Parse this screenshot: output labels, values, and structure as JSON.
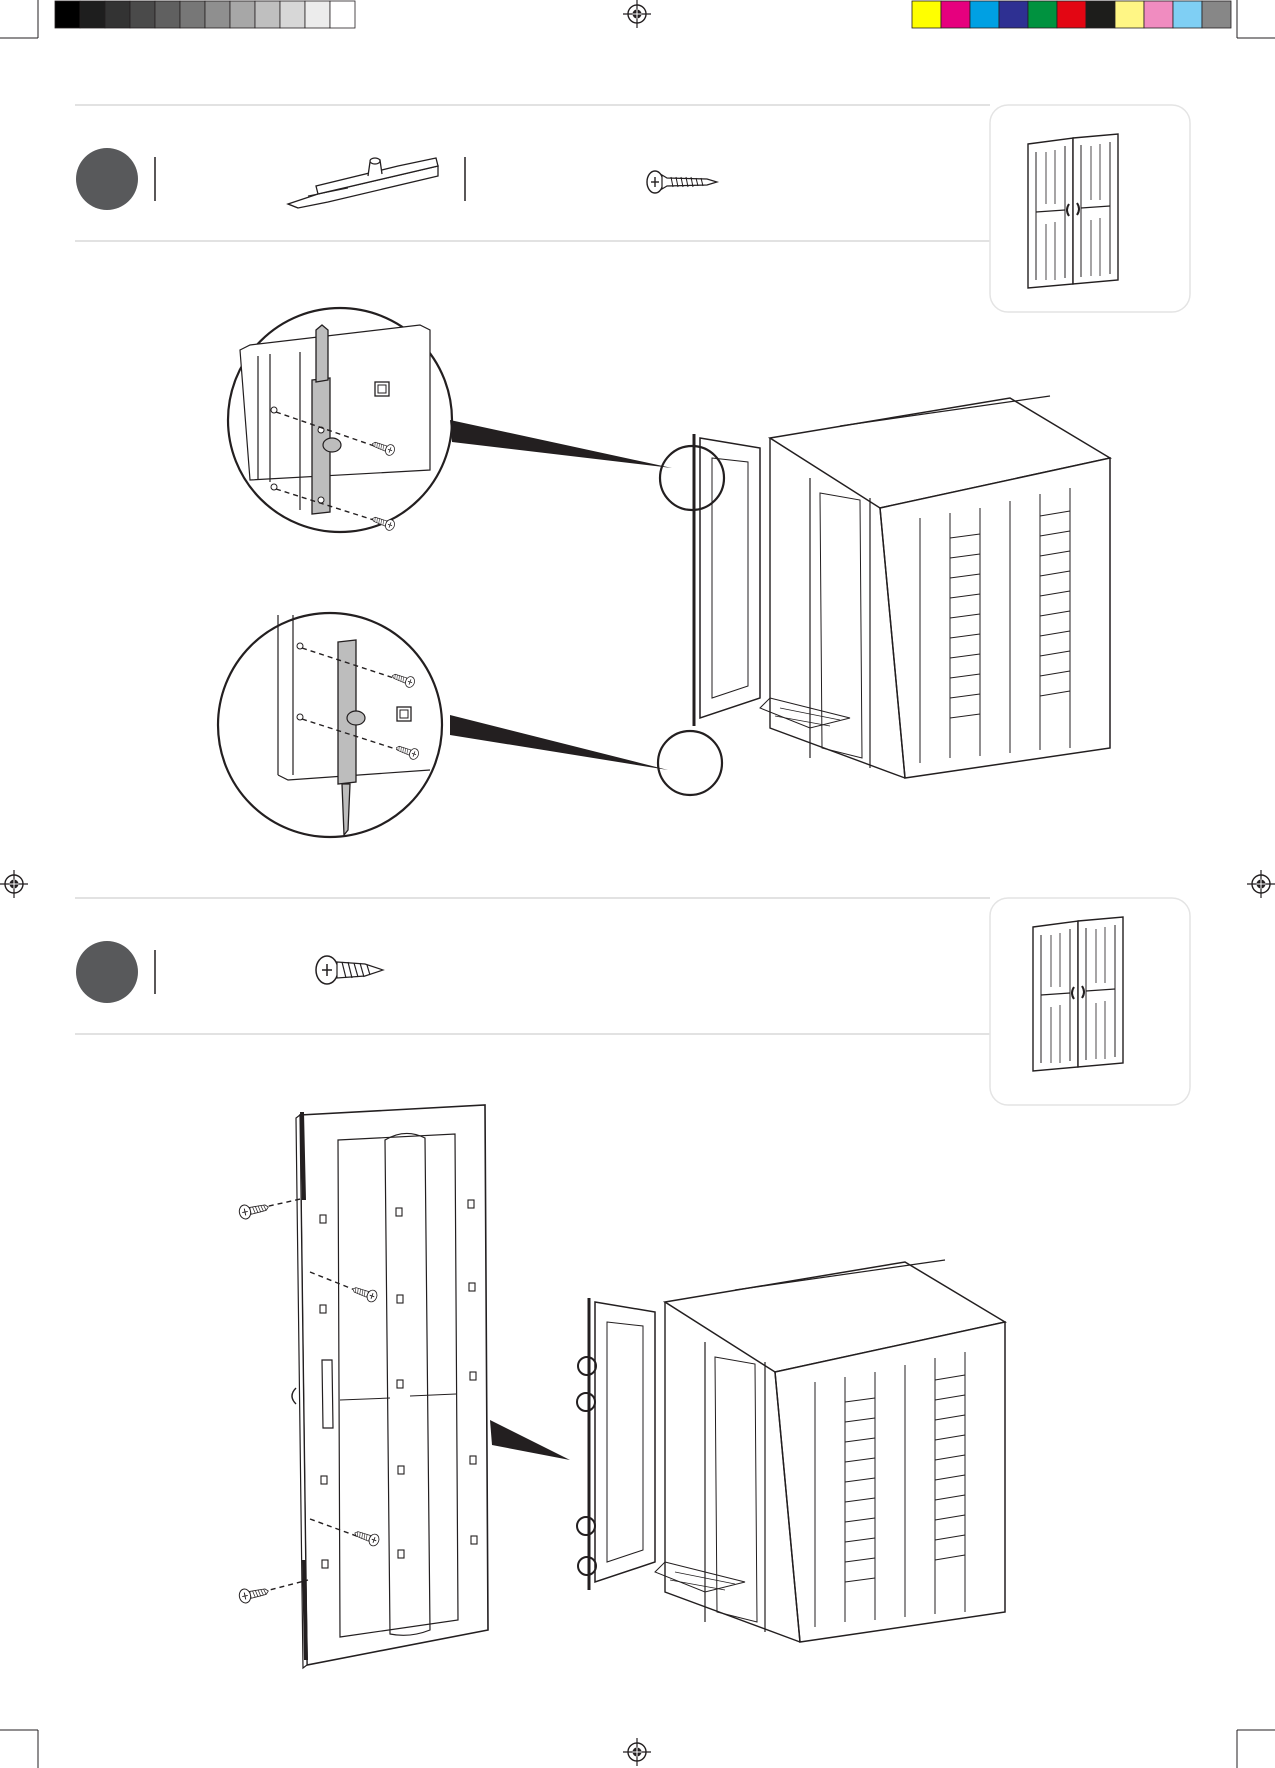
{
  "colors": {
    "grayscale_bar": [
      "#000000",
      "#1e1e1e",
      "#333333",
      "#4a4a4a",
      "#606060",
      "#777777",
      "#8f8f8f",
      "#a7a7a7",
      "#bfbfbf",
      "#d7d7d7",
      "#ececec",
      "#ffffff"
    ],
    "color_bar": [
      "#ffff00",
      "#e6007e",
      "#00a0e3",
      "#2e3092",
      "#00923f",
      "#e30613",
      "#1d1d1b",
      "#fff685",
      "#f08cc0",
      "#7fcff4",
      "#878787"
    ],
    "step_badge": "#58595b",
    "line": "#231f20",
    "rule": "#d9d9d9",
    "panel_border": "#e4e4e4"
  },
  "steps": [
    {
      "badge": "",
      "parts": [
        {
          "icon": "barrel-bolt-icon"
        },
        {
          "icon": "countersunk-screw-icon"
        }
      ],
      "thumbnail": "double-door-icon",
      "detail_views": [
        "barrel-bolt-top-detail",
        "barrel-bolt-bottom-detail"
      ],
      "main_view": "shed-left-door-open"
    },
    {
      "badge": "",
      "parts": [
        {
          "icon": "pan-head-screw-icon"
        }
      ],
      "thumbnail": "double-door-icon",
      "detail_views": [
        "door-hinge-screws-detail"
      ],
      "main_view": "shed-left-door-open-hinge-marks"
    }
  ]
}
